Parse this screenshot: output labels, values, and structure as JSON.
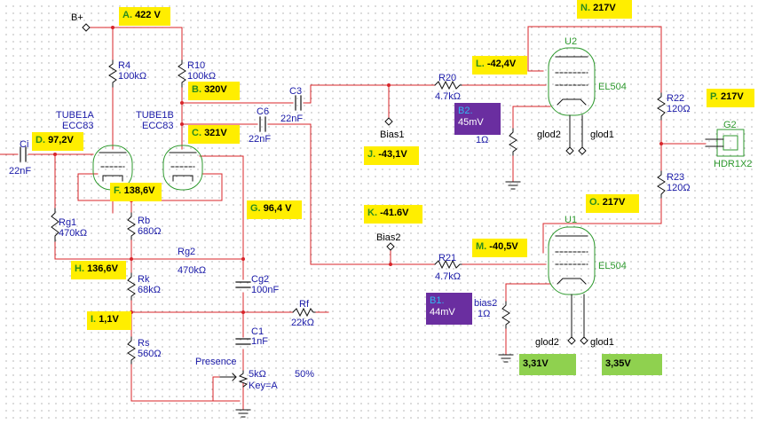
{
  "supply": {
    "label": "B+"
  },
  "components": {
    "R4": {
      "ref": "R4",
      "value": "100kΩ"
    },
    "R10": {
      "ref": "R10",
      "value": "100kΩ"
    },
    "C3": {
      "ref": "C3",
      "value": "22nF"
    },
    "C6": {
      "ref": "C6",
      "value": "22nF"
    },
    "Cin": {
      "ref": "Ci",
      "value": "22nF"
    },
    "R20": {
      "ref": "R20",
      "value": "4.7kΩ"
    },
    "R21": {
      "ref": "R21",
      "value": "4.7kΩ"
    },
    "R22": {
      "ref": "R22",
      "value": "120Ω"
    },
    "R23": {
      "ref": "R23",
      "value": "120Ω"
    },
    "Rg1": {
      "ref": "Rg1",
      "value": "470kΩ"
    },
    "Rb": {
      "ref": "Rb",
      "value": "680Ω"
    },
    "Rg2": {
      "ref": "Rg2",
      "value": "470kΩ"
    },
    "Rk": {
      "ref": "Rk",
      "value": "68kΩ"
    },
    "Rs": {
      "ref": "Rs",
      "value": "560Ω"
    },
    "Cg2": {
      "ref": "Cg2",
      "value": "100nF"
    },
    "C1": {
      "ref": "C1",
      "value": "1nF"
    },
    "Rf": {
      "ref": "Rf",
      "value": "22kΩ"
    },
    "presence": {
      "ref": "Presence",
      "value": "5kΩ",
      "key": "Key=A",
      "percent": "50%"
    },
    "bias1_res": {
      "value": "1Ω"
    },
    "bias2_res": {
      "ref": "bias2",
      "value": "1Ω"
    },
    "tube1a": {
      "ref": "TUBE1A",
      "type": "ECC83"
    },
    "tube1b": {
      "ref": "TUBE1B",
      "type": "ECC83"
    },
    "U1": {
      "ref": "U1",
      "type": "EL504"
    },
    "U2": {
      "ref": "U2",
      "type": "EL504"
    },
    "G2": {
      "ref": "G2",
      "type": "HDR1X2"
    }
  },
  "nets": {
    "bias1": "Bias1",
    "bias2": "Bias2",
    "glod1_top": "glod1",
    "glod2_top": "glod2",
    "glod1_bot": "glod1",
    "glod2_bot": "glod2"
  },
  "measurements": [
    {
      "key": "A.",
      "value": "422 V"
    },
    {
      "key": "B.",
      "value": "320V"
    },
    {
      "key": "C.",
      "value": "321V"
    },
    {
      "key": "D.",
      "value": "97,2V"
    },
    {
      "key": "F.",
      "value": "138,6V"
    },
    {
      "key": "G.",
      "value": "96,4 V"
    },
    {
      "key": "H.",
      "value": "136,6V"
    },
    {
      "key": "I.",
      "value": "1,1V"
    },
    {
      "key": "J.",
      "value": "-43,1V"
    },
    {
      "key": "K.",
      "value": "-41.6V"
    },
    {
      "key": "L.",
      "value": "-42,4V"
    },
    {
      "key": "M.",
      "value": "-40,5V"
    },
    {
      "key": "N.",
      "value": "217V"
    },
    {
      "key": "O.",
      "value": "217V"
    },
    {
      "key": "P.",
      "value": "217V"
    }
  ],
  "bias_readings": [
    {
      "key": "B2.",
      "value": "45mV"
    },
    {
      "key": "B1.",
      "value": "44mV"
    }
  ],
  "glod_readings": [
    "3,31V",
    "3,35V"
  ],
  "colors": {
    "wire": "#d8242a",
    "ground": "#111111",
    "part": "#1a1aa8",
    "tube": "#2f9a2f",
    "yellow": "#ffee00",
    "purple": "#6a2ea0",
    "green_box": "#8fd14f"
  }
}
